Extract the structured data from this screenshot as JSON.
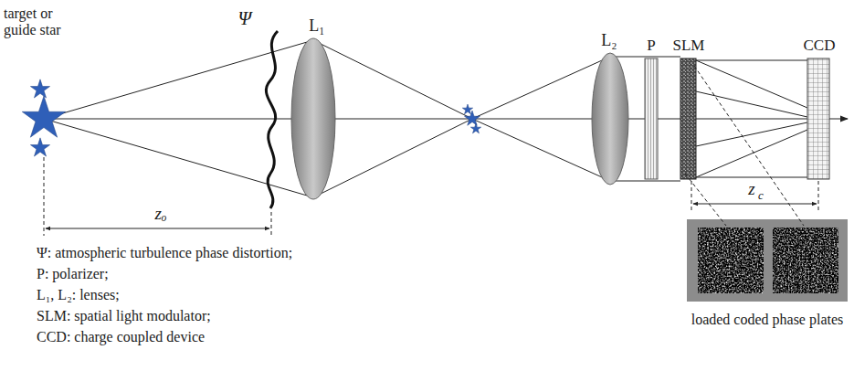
{
  "diagram": {
    "labels": [
      "target or guide star",
      "Ψ",
      "L₁",
      "L₂",
      "P",
      "SLM",
      "CCD",
      "zₒ",
      "z",
      "c",
      "Ψ: atmospheric turbulence phase distortion;",
      "P: polarizer;",
      "L₁, L₂: lenses;",
      "SLM: spatial light modulator;",
      "CCD: charge coupled device",
      "loaded coded phase plates"
    ]
  }
}
